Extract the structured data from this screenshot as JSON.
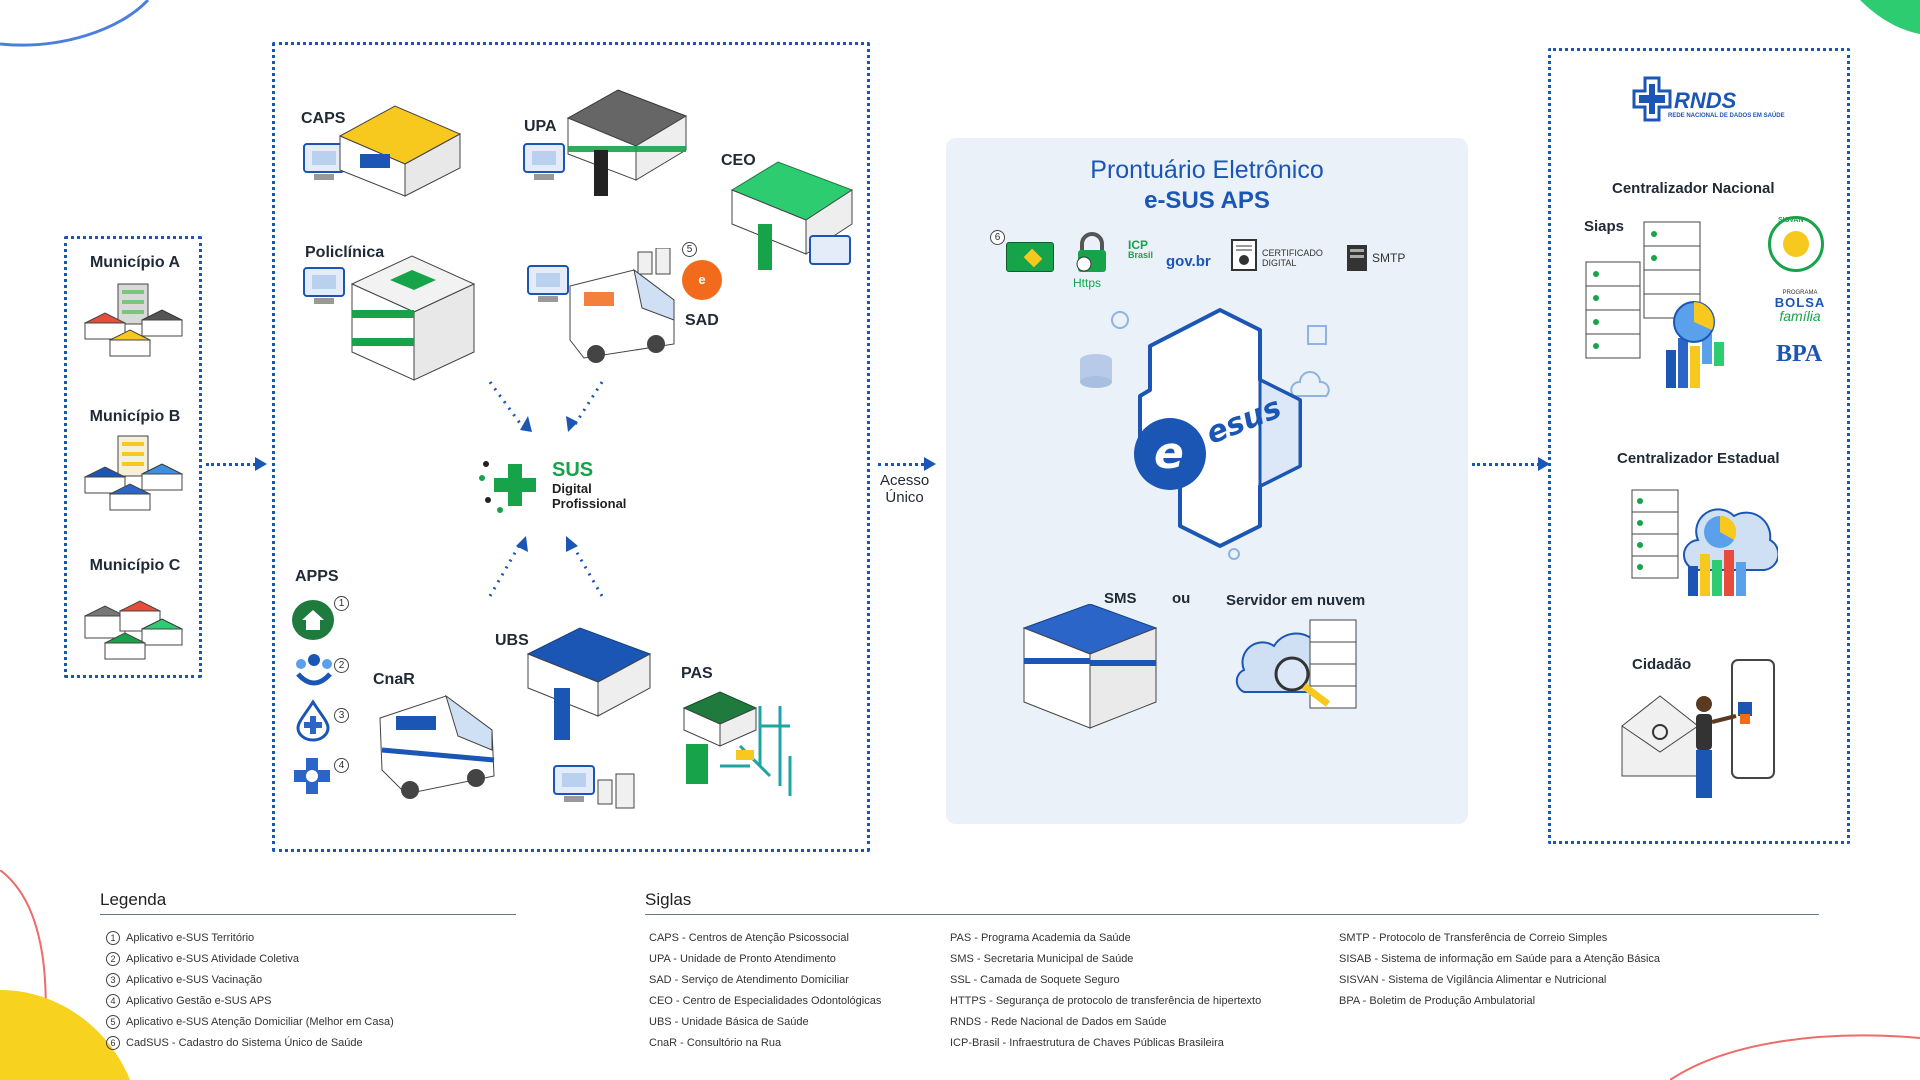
{
  "municipios": [
    "Município A",
    "Município B",
    "Município C"
  ],
  "units": {
    "caps": "CAPS",
    "upa": "UPA",
    "ceo": "CEO",
    "policlinica": "Policlínica",
    "sad": "SAD",
    "apps": "APPS",
    "cnar": "CnaR",
    "ubs": "UBS",
    "pas": "PAS"
  },
  "app_numbers": [
    "1",
    "2",
    "3",
    "4"
  ],
  "sus_logo": {
    "line1": "SUS",
    "line2": "Digital",
    "line3": "Profissional"
  },
  "access": {
    "line1": "Acesso",
    "line2": "Único"
  },
  "center": {
    "title_line1": "Prontuário Eletrônico",
    "title_line2": "e-SUS APS",
    "badge_num": "6",
    "https": "Https",
    "icp_line1": "ICP",
    "icp_line2": "Brasil",
    "govbr": "gov.br",
    "cert_line1": "CERTIFICADO",
    "cert_line2": "DIGITAL",
    "smtp": "SMTP",
    "esus_logo": "esus",
    "sms": "SMS",
    "ou": "ou",
    "cloud": "Servidor em nuvem"
  },
  "sad_badge": "5",
  "right": {
    "rnds_logo": "RNDS",
    "rnds_sub": "REDE NACIONAL DE DADOS EM SAÚDE",
    "centralizador_nacional": "Centralizador Nacional",
    "siaps": "Siaps",
    "sisvan": "SISVAN",
    "bolsa_line1": "PROGRAMA",
    "bolsa_line2": "BOLSA",
    "bolsa_line3": "família",
    "bpa": "BPA",
    "centralizador_estadual": "Centralizador Estadual",
    "cidadao": "Cidadão"
  },
  "legenda": {
    "title": "Legenda",
    "items": [
      {
        "num": "1",
        "text": "Aplicativo e-SUS Território"
      },
      {
        "num": "2",
        "text": "Aplicativo e-SUS Atividade Coletiva"
      },
      {
        "num": "3",
        "text": "Aplicativo e-SUS Vacinação"
      },
      {
        "num": "4",
        "text": "Aplicativo Gestão e-SUS APS"
      },
      {
        "num": "5",
        "text": "Aplicativo e-SUS Atenção Domiciliar (Melhor em Casa)"
      },
      {
        "num": "6",
        "text": "CadSUS - Cadastro do Sistema Único de Saúde"
      }
    ]
  },
  "siglas": {
    "title": "Siglas",
    "col1": [
      "CAPS - Centros de Atenção Psicossocial",
      "UPA - Unidade de Pronto Atendimento",
      "SAD - Serviço de Atendimento Domiciliar",
      "CEO - Centro de Especialidades Odontológicas",
      "UBS - Unidade Básica de Saúde",
      "CnaR - Consultório na Rua"
    ],
    "col2": [
      "PAS - Programa Academia da Saúde",
      "SMS - Secretaria Municipal de Saúde",
      "SSL - Camada de Soquete Seguro",
      "HTTPS - Segurança de protocolo de transferência de hipertexto",
      "RNDS - Rede Nacional de Dados em Saúde",
      "ICP-Brasil -  Infraestrutura de Chaves Públicas Brasileira"
    ],
    "col3": [
      "SMTP - Protocolo de Transferência de Correio Simples",
      "SISAB - Sistema de informação em Saúde para a Atenção Básica",
      "SISVAN - Sistema de Vigilância Alimentar e Nutricional",
      "BPA - Boletim de Produção Ambulatorial"
    ]
  },
  "colors": {
    "accent_blue": "#1c56b5",
    "sus_green": "#17a34a",
    "orange": "#f26a1b",
    "yellow": "#f7c81e"
  }
}
